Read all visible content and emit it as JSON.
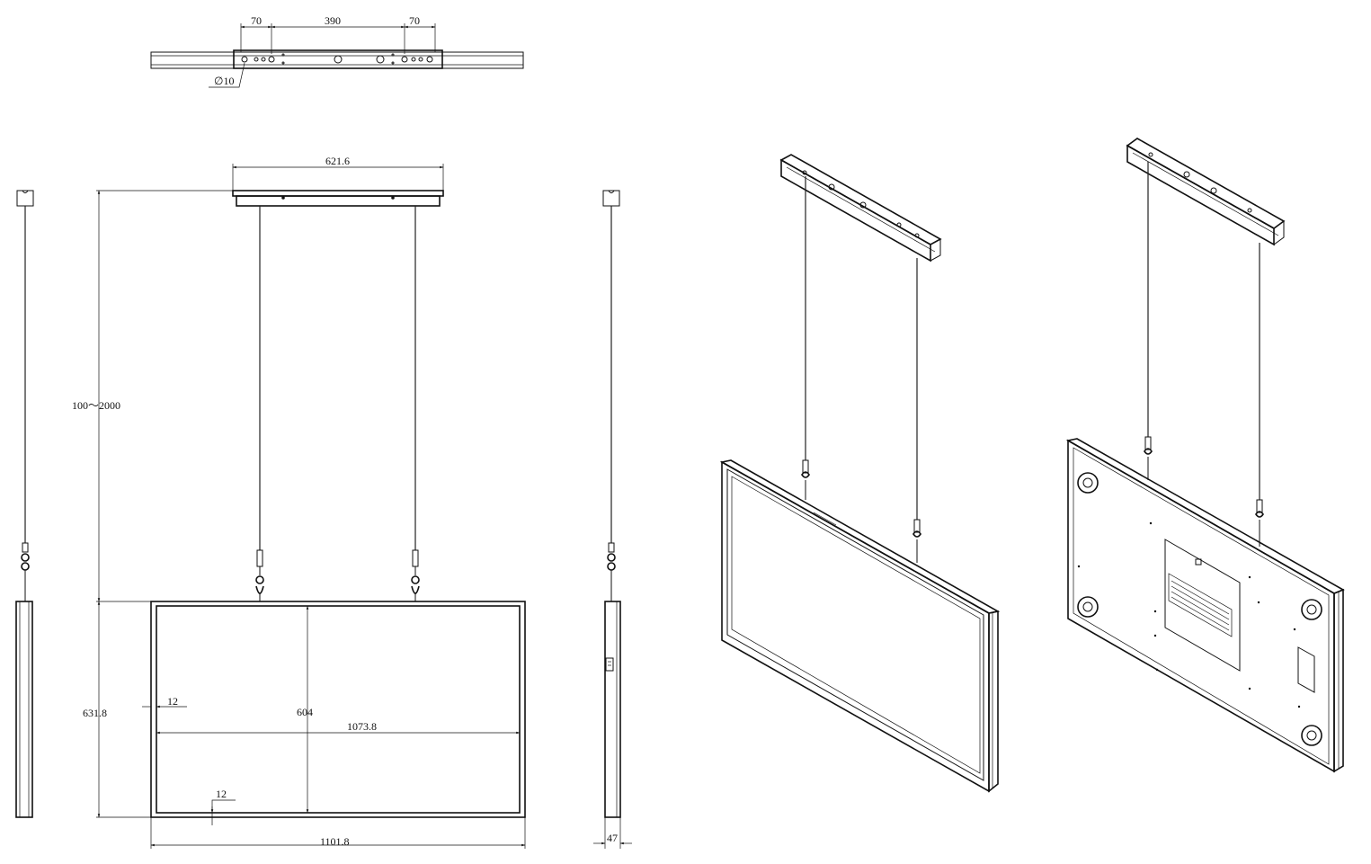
{
  "drawing": {
    "top_view": {
      "dim_left": "70",
      "dim_center": "390",
      "dim_right": "70",
      "dim_hole": "∅10"
    },
    "front_view": {
      "dim_bracket_width": "621.6",
      "dim_cable_length": "100～2000",
      "dim_total_height": "631.8",
      "dim_bezel_side": "12",
      "dim_inner_height": "604",
      "dim_inner_width": "1073.8",
      "dim_bezel_bottom": "12",
      "dim_total_width": "1101.8"
    },
    "side_view": {
      "dim_depth": "47"
    }
  },
  "colors": {
    "line": "#111111",
    "background": "#ffffff"
  }
}
